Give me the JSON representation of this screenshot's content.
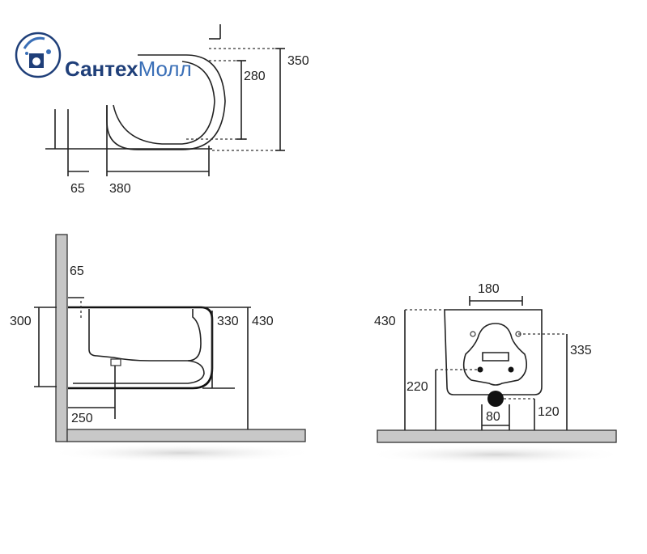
{
  "brand": {
    "name_bold": "Сантех",
    "name_light": "Молл",
    "colors": {
      "primary": "#1f3f79",
      "secondary": "#3a6fb7"
    },
    "icon": "logo-globe-icon"
  },
  "top_view": {
    "dims": {
      "d350": "350",
      "d280": "280",
      "d65": "65",
      "d380": "380"
    }
  },
  "side_view": {
    "dims": {
      "d65": "65",
      "d300": "300",
      "d330": "330",
      "d430": "430",
      "d250": "250"
    }
  },
  "front_view": {
    "dims": {
      "d180": "180",
      "d430": "430",
      "d335": "335",
      "d220": "220",
      "d80": "80",
      "d120": "120"
    }
  },
  "colors": {
    "line": "#222222",
    "floor": "#c8c8c8",
    "wall": "#c0c0c0"
  }
}
